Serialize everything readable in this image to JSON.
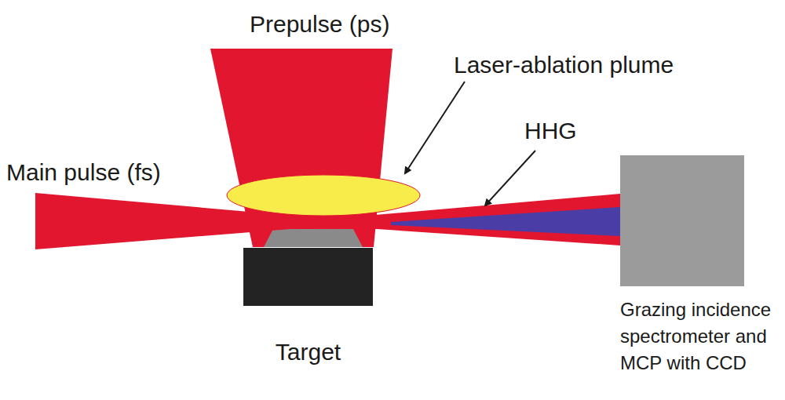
{
  "diagram": {
    "nodes": [
      {
        "text": [
          "Target"
        ]
      },
      {
        "text": [
          "Grazing incidence spectrometer and MCP with CCD"
        ]
      }
    ],
    "labels": [
      "Prepulse (ps)",
      "Laser-ablation plume",
      "HHG",
      "Main pulse (fs)"
    ]
  }
}
